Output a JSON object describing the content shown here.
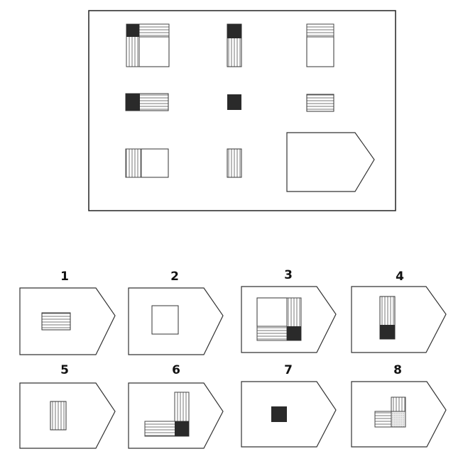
{
  "options": [
    {
      "number": "1"
    },
    {
      "number": "2"
    },
    {
      "number": "3"
    },
    {
      "number": "4"
    },
    {
      "number": "5"
    },
    {
      "number": "6"
    },
    {
      "number": "7"
    },
    {
      "number": "8"
    }
  ],
  "colors": {
    "line": "#333333",
    "dark_fill": "#2a2a2a",
    "stripe": "#888888",
    "light_fill": "#dcdcdc"
  }
}
